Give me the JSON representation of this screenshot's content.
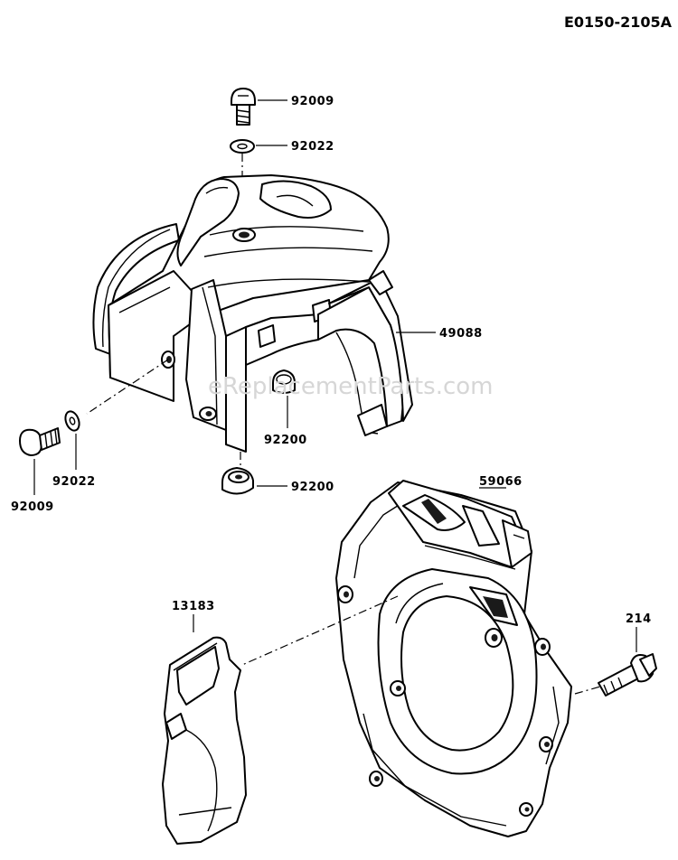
{
  "diagram": {
    "reference": "E0150-2105A",
    "watermark": "eReplacementParts.com",
    "labels": {
      "p92009_top": "92009",
      "p92022_top": "92022",
      "p49088": "49088",
      "p92200_mid": "92200",
      "p92200_low": "92200",
      "p92022_left": "92022",
      "p92009_left": "92009",
      "p59066": "59066",
      "p13183": "13183",
      "p214": "214"
    }
  },
  "colors": {
    "line": "#000000",
    "background": "#ffffff",
    "watermark": "#d6d6d6"
  }
}
